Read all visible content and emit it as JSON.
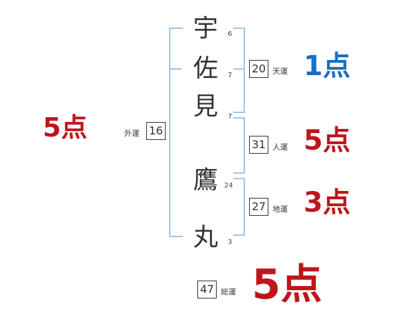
{
  "name_chars": [
    {
      "char": "宇",
      "strokes": "6"
    },
    {
      "char": "佐",
      "strokes": "7"
    },
    {
      "char": "見",
      "strokes": "7"
    },
    {
      "char": "鷹",
      "strokes": "24"
    },
    {
      "char": "丸",
      "strokes": "3"
    }
  ],
  "fortunes": {
    "ten": {
      "label": "天運",
      "value": "20",
      "score": "1点",
      "color": "#1a6fc4"
    },
    "jin": {
      "label": "人運",
      "value": "31",
      "score": "5点",
      "color": "#c0141c"
    },
    "chi": {
      "label": "地運",
      "value": "27",
      "score": "3点",
      "color": "#c0141c"
    },
    "gai": {
      "label": "外運",
      "value": "16",
      "score": "5点",
      "color": "#c0141c"
    },
    "so": {
      "label": "総運",
      "value": "47",
      "score": "5点",
      "color": "#c0141c"
    }
  }
}
